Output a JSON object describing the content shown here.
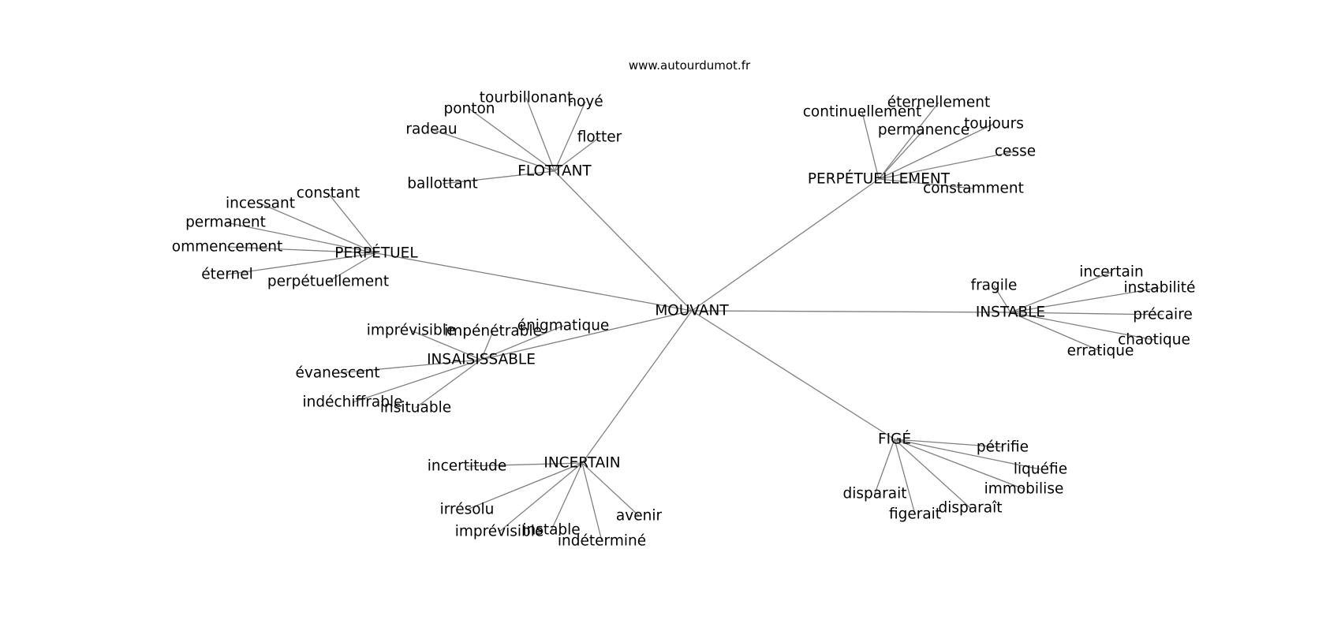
{
  "site": "www.autourdumot.fr",
  "center": "MOUVANT",
  "groups": [
    {
      "hub": "FLOTTANT",
      "words": [
        "ballottant",
        "radeau",
        "ponton",
        "tourbillonant",
        "noyé",
        "flotter"
      ]
    },
    {
      "hub": "PERPÉTUELLEMENT",
      "words": [
        "continuellement",
        "éternellement",
        "permanence",
        "toujours",
        "cesse",
        "constamment"
      ]
    },
    {
      "hub": "PERPÉTUEL",
      "words": [
        "constant",
        "incessant",
        "permanent",
        "ommencement",
        "éternel",
        "perpétuellement"
      ]
    },
    {
      "hub": "INSTABLE",
      "words": [
        "fragile",
        "incertain",
        "instabilité",
        "précaire",
        "chaotique",
        "erratique"
      ]
    },
    {
      "hub": "INSAISISSABLE",
      "words": [
        "imprévisible",
        "impénétrable",
        "énigmatique",
        "évanescent",
        "indéchiffrable",
        "insituable"
      ]
    },
    {
      "hub": "FIGÉ",
      "words": [
        "pétrifie",
        "liquéfie",
        "immobilise",
        "disparaît",
        "figerait",
        "disparait"
      ]
    },
    {
      "hub": "INCERTAIN",
      "words": [
        "incertitude",
        "irrésolu",
        "imprévisible",
        "instable",
        "indéterminé",
        "avenir"
      ]
    }
  ]
}
